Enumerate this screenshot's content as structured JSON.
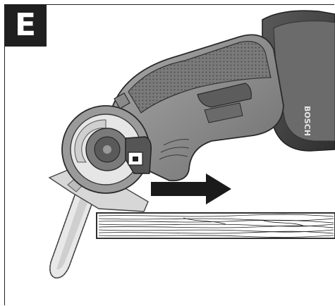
{
  "figure": {
    "label": "E"
  },
  "tool": {
    "brand_text": "BOSCH",
    "icon": "mini-chainsaw-illustration",
    "body_color": "#8c8c8c",
    "dark_color": "#4a4a4a"
  },
  "workpiece": {
    "icon": "wooden-board-illustration"
  },
  "direction": {
    "icon": "arrow-right-icon",
    "color": "#1a1a1a"
  }
}
